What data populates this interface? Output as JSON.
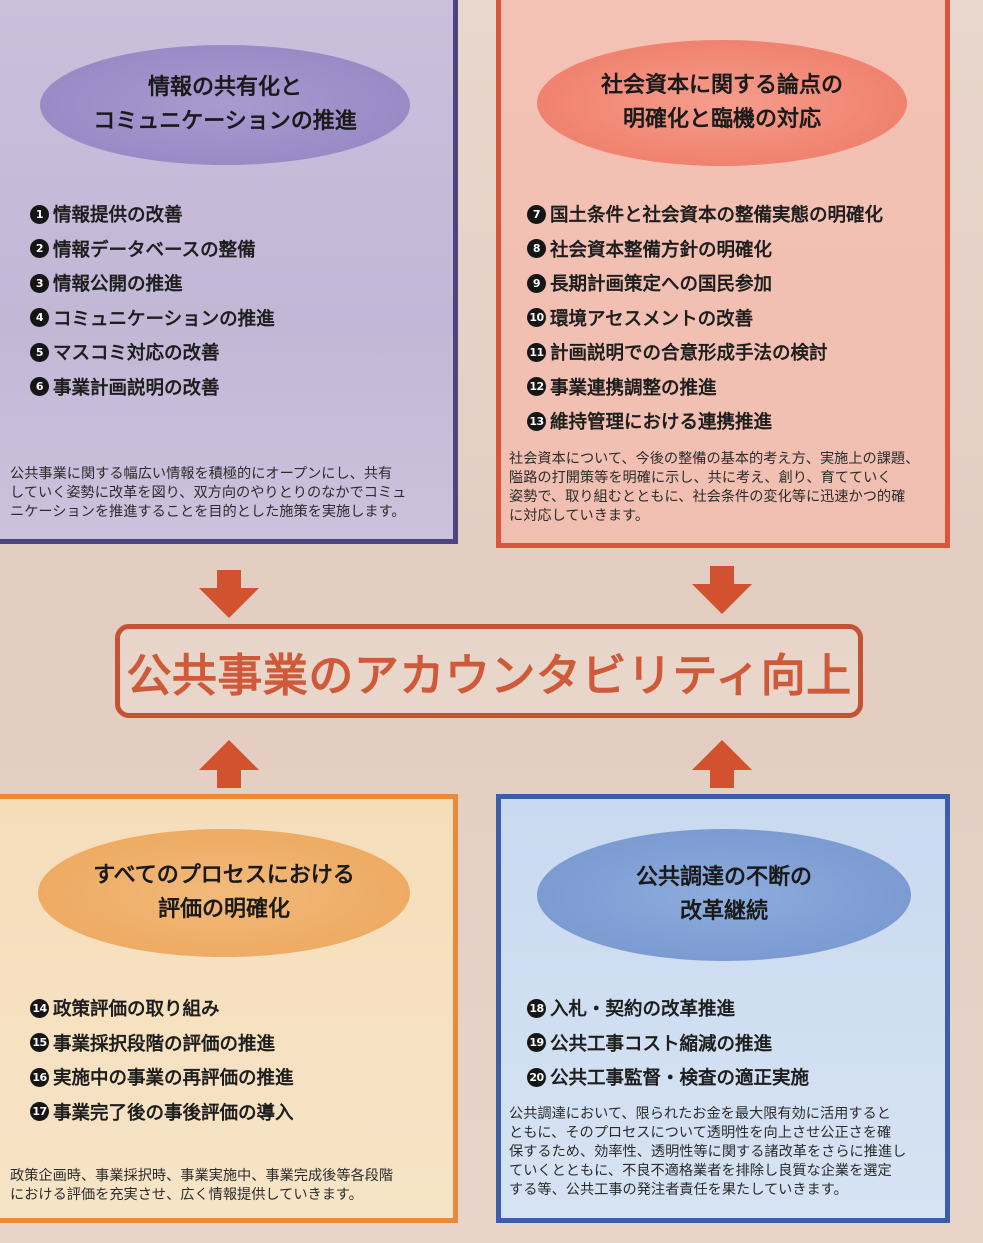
{
  "banner": {
    "title": "公共事業のアカウンタビリティ向上"
  },
  "panels": {
    "top_left": {
      "heading": [
        "情報の共有化と",
        "コミュニケーションの推進"
      ],
      "items": [
        {
          "num": "1",
          "label": "情報提供の改善"
        },
        {
          "num": "2",
          "label": "情報データベースの整備"
        },
        {
          "num": "3",
          "label": "情報公開の推進"
        },
        {
          "num": "4",
          "label": "コミュニケーションの推進"
        },
        {
          "num": "5",
          "label": "マスコミ対応の改善"
        },
        {
          "num": "6",
          "label": "事業計画説明の改善"
        }
      ],
      "description": [
        "公共事業に関する幅広い情報を積極的にオープンにし、共有",
        "していく姿勢に改革を図り、双方向のやりとりのなかでコミュ",
        "ニケーションを推進することを目的とした施策を実施します。"
      ]
    },
    "top_right": {
      "heading": [
        "社会資本に関する論点の",
        "明確化と臨機の対応"
      ],
      "items": [
        {
          "num": "7",
          "label": "国土条件と社会資本の整備実態の明確化"
        },
        {
          "num": "8",
          "label": "社会資本整備方針の明確化"
        },
        {
          "num": "9",
          "label": "長期計画策定への国民参加"
        },
        {
          "num": "10",
          "label": "環境アセスメントの改善"
        },
        {
          "num": "11",
          "label": "計画説明での合意形成手法の検討"
        },
        {
          "num": "12",
          "label": "事業連携調整の推進"
        },
        {
          "num": "13",
          "label": "維持管理における連携推進"
        }
      ],
      "description": [
        "社会資本について、今後の整備の基本的考え方、実施上の課題、",
        "隘路の打開策等を明確に示し、共に考え、創り、育てていく",
        "姿勢で、取り組むとともに、社会条件の変化等に迅速かつ的確",
        "に対応していきます。"
      ]
    },
    "bottom_left": {
      "heading": [
        "すべてのプロセスにおける",
        "評価の明確化"
      ],
      "items": [
        {
          "num": "14",
          "label": "政策評価の取り組み"
        },
        {
          "num": "15",
          "label": "事業採択段階の評価の推進"
        },
        {
          "num": "16",
          "label": "実施中の事業の再評価の推進"
        },
        {
          "num": "17",
          "label": "事業完了後の事後評価の導入"
        }
      ],
      "description": [
        "政策企画時、事業採択時、事業実施中、事業完成後等各段階",
        "における評価を充実させ、広く情報提供していきます。"
      ]
    },
    "bottom_right": {
      "heading": [
        "公共調達の不断の",
        "改革継続"
      ],
      "items": [
        {
          "num": "18",
          "label": "入札・契約の改革推進"
        },
        {
          "num": "19",
          "label": "公共工事コスト縮減の推進"
        },
        {
          "num": "20",
          "label": "公共工事監督・検査の適正実施"
        }
      ],
      "description": [
        "公共調達において、限られたお金を最大限有効に活用すると",
        "ともに、そのプロセスについて透明性を向上させ公正さを確",
        "保するため、効率性、透明性等に関する諸改革をさらに推進し",
        "ていくとともに、不良不適格業者を排除し良質な企業を選定",
        "する等、公共工事の発注者責任を果たしていきます。"
      ]
    }
  },
  "colors": {
    "banner_text": "#cf5a3a",
    "arrow": "#d2512f",
    "border_top_left": "#4e4580",
    "border_top_right": "#d9563a",
    "border_bottom_left": "#e88a3c",
    "border_bottom_right": "#3b5fa6"
  }
}
